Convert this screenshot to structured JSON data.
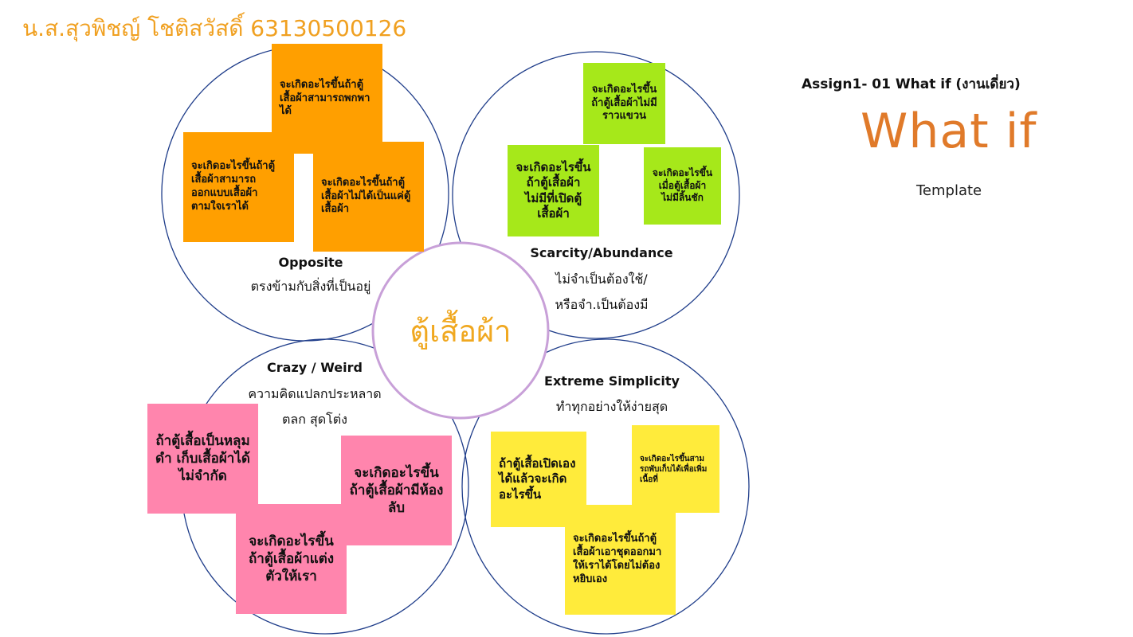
{
  "author": "น.ส.สุวพิชญ์ โชติสวัสดิ์ 63130500126",
  "center": "ตู้เสื้อผ้า",
  "sidebar": {
    "assign": "Assign1- 01 What if (งานเดี่ยว)",
    "title": "What if",
    "template": "Template"
  },
  "quadrants": {
    "opposite": {
      "title": "Opposite",
      "sub": "ตรงข้ามกับสิ่งที่เป็นอยู่"
    },
    "scarcity": {
      "title": "Scarcity/Abundance",
      "sub1": "ไม่จำเป็นต้องใช้/",
      "sub2": "หรือจำ.เป็นต้องมี"
    },
    "crazy": {
      "title": "Crazy / Weird",
      "sub1": "ความคิดแปลกประหลาด",
      "sub2": "ตลก สุดโต่ง"
    },
    "simplicity": {
      "title": "Extreme Simplicity",
      "sub": "ทำทุกอย่างให้ง่ายสุด"
    }
  },
  "notes": {
    "orange1": "จะเกิดอะไรขึ้นถ้าตู้เสื้อผ้าสามารถพกพาได้",
    "orange2": "จะเกิดอะไรขึ้นถ้าตู้เสื้อผ้าสามารถออกแบบเสื้อผ้าตามใจเราได้",
    "orange3": "จะเกิดอะไรขึ้นถ้าตู้เสื้อผ้าไม่ได้เป็นแค่ตู้เสื้อผ้า",
    "green1": "จะเกิดอะไรขึ้นถ้าตู้เสื้อผ้าไม่มีราวแขวน",
    "green2": "จะเกิดอะไรขึ้นถ้าตู้เสื้อผ้าไม่มีที่เปิดตู้เสื้อผ้า",
    "green3": "จะเกิดอะไรขึ้นเมื่อตู้เสื้อผ้าไม่มีลิ้นชัก",
    "pink1": "ถ้าตู้เสื้อเป็นหลุมดำ เก็บเสื้อผ้าได้ไม่จำกัด",
    "pink2": "จะเกิดอะไรขึ้นถ้าตู้เสื้อผ้ามีห้องลับ",
    "pink3": "จะเกิดอะไรขึ้นถ้าตู้เสื้อผ้าแต่งตัวให้เรา",
    "yellow1": "ถ้าตู้เสื้อเปิดเองได้แล้วจะเกิดอะไรขึ้น",
    "yellow2": "จะเกิดอะไรขึ้นสามรถพับเก็บได้เพื่อเพิ่มเนื้อที่",
    "yellow3": "จะเกิดอะไรขึ้นถ้าตู้เสื้อผ้าเอาชุดออกมาให้เราได้โดยไม่ต้องหยิบเอง"
  },
  "colors": {
    "orange": "#ff9f00",
    "green": "#a6e81a",
    "pink": "#ff85ad",
    "yellow": "#ffeb3b",
    "accent": "#f0a020",
    "center_ring": "#c8a0d8"
  }
}
